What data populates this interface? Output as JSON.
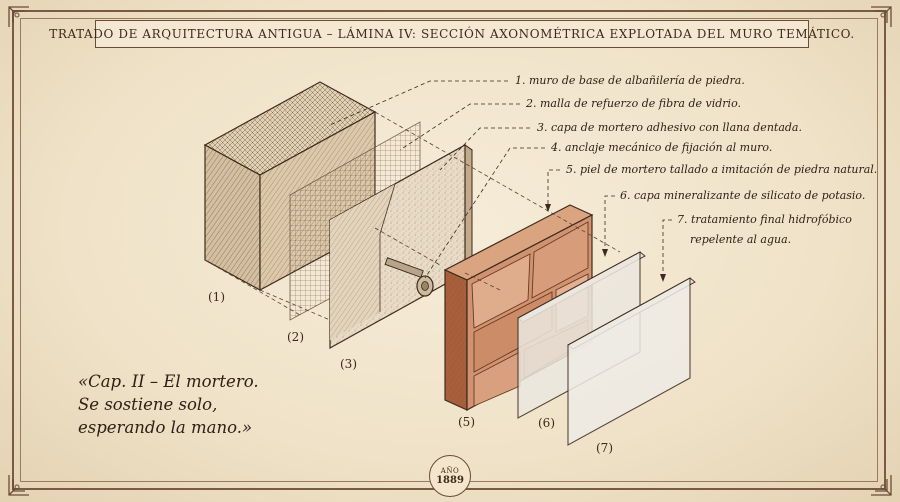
{
  "title": "TRATADO DE ARQUITECTURA ANTIGUA – LÁMINA IV: SECCIÓN AXONOMÉTRICA EXPLOTADA DEL MURO TEMÁTICO.",
  "annotations": [
    {
      "text": "1. muro de base de albañilería de piedra."
    },
    {
      "text": "2. malla de refuerzo de fibra de vidrio."
    },
    {
      "text": "3. capa de mortero adhesivo con llana dentada."
    },
    {
      "text": "4. anclaje mecánico de fijación al muro."
    },
    {
      "text": "5. piel de mortero tallado a imitación de piedra natural."
    },
    {
      "text": "6. capa mineralizante de silicato de potasio."
    },
    {
      "text": "7. tratamiento final hidrofóbico"
    },
    {
      "text": "repelente al agua."
    }
  ],
  "layer_numbers": [
    "(1)",
    "(2)",
    "(3)",
    "(5)",
    "(6)",
    "(7)"
  ],
  "quote": {
    "line1": "«Cap. II – El mortero.",
    "line2": "Se sostiene solo,",
    "line3": "esperando la mano.»"
  },
  "seal": {
    "top": "AÑO",
    "year": "1889"
  },
  "colors": {
    "ink": "#3d2a1c",
    "paper": "#efe3cc",
    "stone": "#c98a62",
    "frame": "#7a5a43"
  }
}
